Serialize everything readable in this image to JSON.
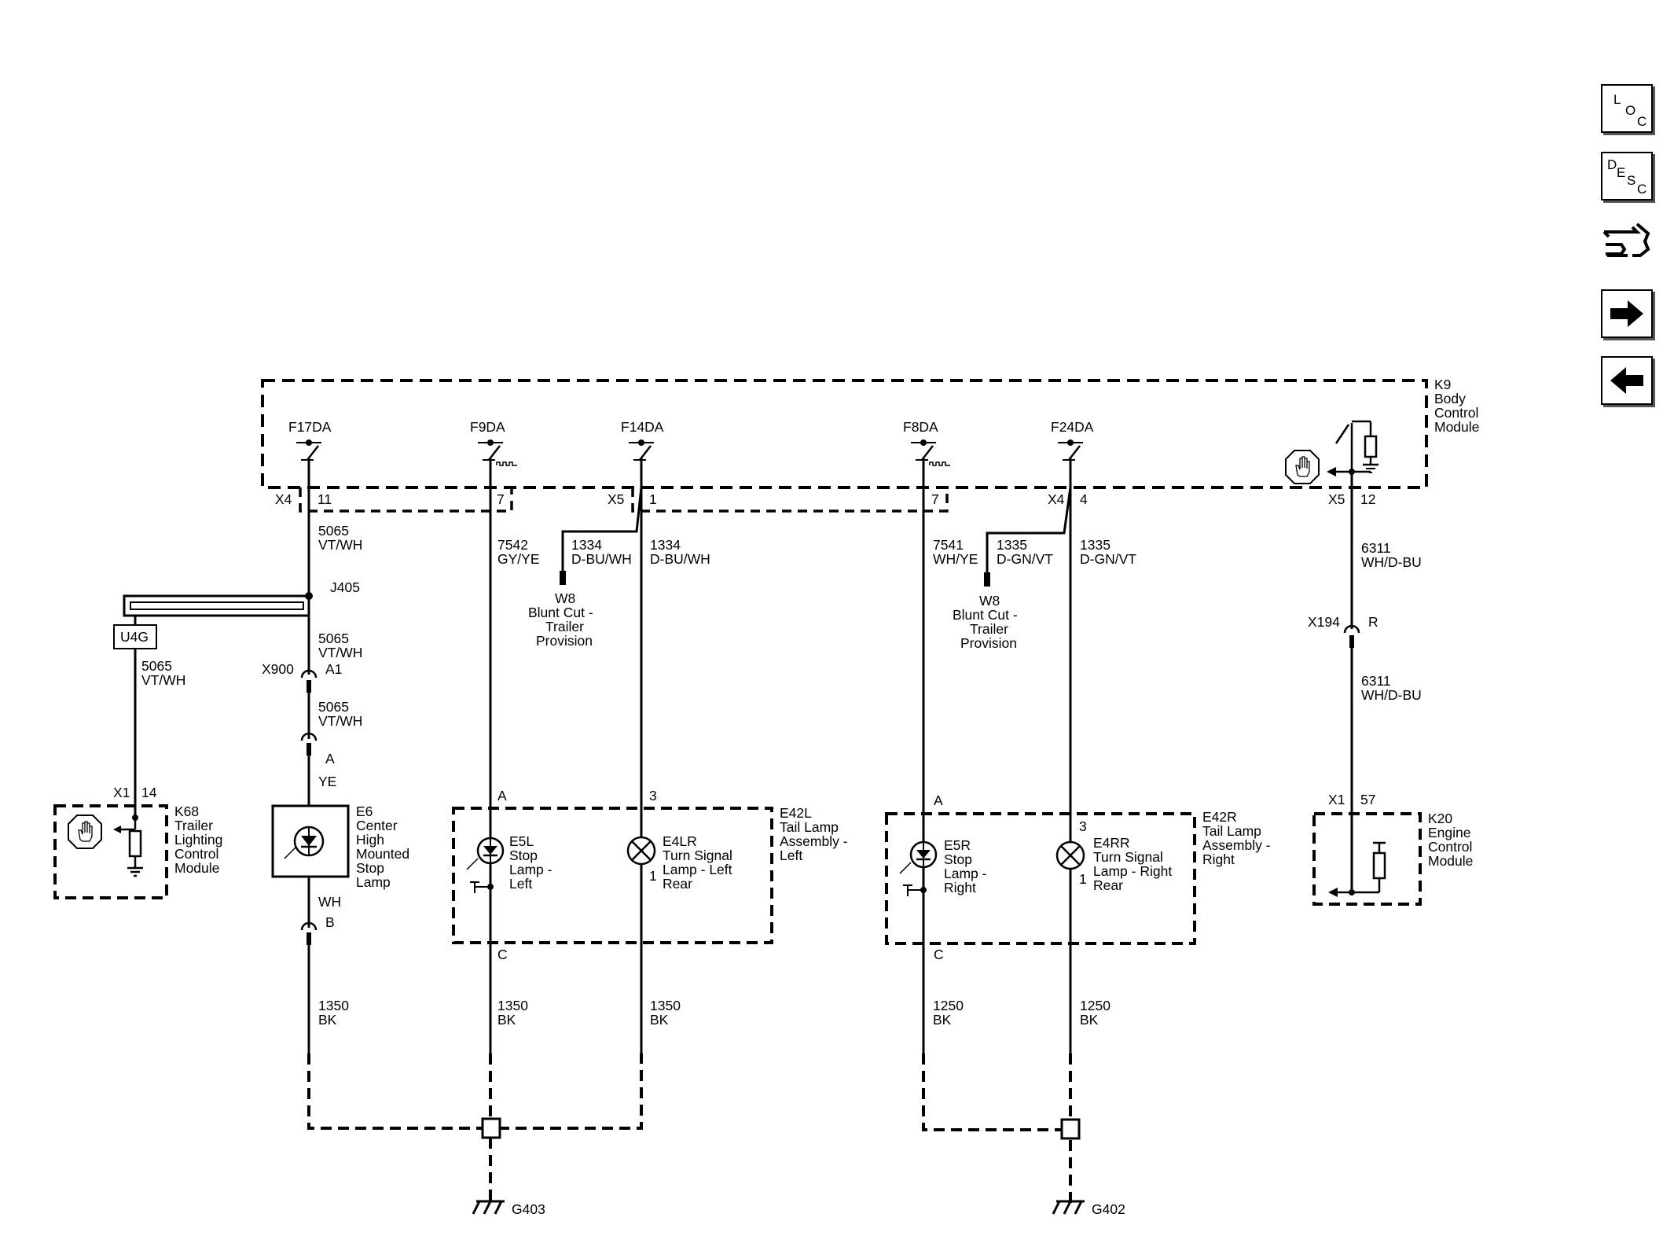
{
  "nav": {
    "loc": [
      "L",
      "O",
      "C"
    ],
    "desc": [
      "D",
      "E",
      "S",
      "C"
    ]
  },
  "k9": {
    "id": "K9",
    "line1": "Body",
    "line2": "Control",
    "line3": "Module"
  },
  "fuses": {
    "f17": "F17DA",
    "f9": "F9DA",
    "f14": "F14DA",
    "f8": "F8DA",
    "f24": "F24DA"
  },
  "pins": {
    "x4_left": "X4",
    "p11": "11",
    "p7a": "7",
    "x5_left": "X5",
    "p1": "1",
    "p7b": "7",
    "x4_right": "X4",
    "p4": "4",
    "x5_right": "X5",
    "p12": "12"
  },
  "wires": {
    "w5065a_n": "5065",
    "w5065a_c": "VT/WH",
    "w7542_n": "7542",
    "w7542_c": "GY/YE",
    "w1334a_n": "1334",
    "w1334a_c": "D-BU/WH",
    "w1334b_n": "1334",
    "w1334b_c": "D-BU/WH",
    "w7541_n": "7541",
    "w7541_c": "WH/YE",
    "w1335a_n": "1335",
    "w1335a_c": "D-GN/VT",
    "w1335b_n": "1335",
    "w1335b_c": "D-GN/VT",
    "w6311a_n": "6311",
    "w6311a_c": "WH/D-BU",
    "w5065b_n": "5065",
    "w5065b_c": "VT/WH",
    "w5065c_n": "5065",
    "w5065c_c": "VT/WH",
    "w5065d_n": "5065",
    "w5065d_c": "VT/WH",
    "w6311b_n": "6311",
    "w6311b_c": "WH/D-BU",
    "yeLabel": "YE",
    "whLabel": "WH",
    "g1_n": "1350",
    "g1_c": "BK",
    "g2_n": "1350",
    "g2_c": "BK",
    "g3_n": "1350",
    "g3_c": "BK",
    "g4_n": "1250",
    "g4_c": "BK",
    "g5_n": "1250",
    "g5_c": "BK"
  },
  "w8_left": {
    "id": "W8",
    "l1": "Blunt Cut -",
    "l2": "Trailer",
    "l3": "Provision"
  },
  "w8_right": {
    "id": "W8",
    "l1": "Blunt Cut -",
    "l2": "Trailer",
    "l3": "Provision"
  },
  "splice": {
    "j405": "J405",
    "u4g": "U4G"
  },
  "connectors": {
    "x900": "X900",
    "a1": "A1",
    "pinA": "A",
    "pinB": "B",
    "x194": "X194",
    "pinR": "R"
  },
  "k68": {
    "x1": "X1",
    "pin": "14",
    "id": "K68",
    "l1": "Trailer",
    "l2": "Lighting",
    "l3": "Control",
    "l4": "Module"
  },
  "e6": {
    "id": "E6",
    "l1": "Center",
    "l2": "High",
    "l3": "Mounted",
    "l4": "Stop",
    "l5": "Lamp"
  },
  "e42l": {
    "id": "E42L",
    "l1": "Tail Lamp",
    "l2": "Assembly -",
    "l3": "Left",
    "pinA": "A",
    "pinC": "C",
    "pin3": "3",
    "pin1": "1",
    "e5l": {
      "id": "E5L",
      "l1": "Stop",
      "l2": "Lamp -",
      "l3": "Left"
    },
    "e4lr": {
      "id": "E4LR",
      "l1": "Turn Signal",
      "l2": "Lamp - Left",
      "l3": "Rear"
    }
  },
  "e42r": {
    "id": "E42R",
    "l1": "Tail Lamp",
    "l2": "Assembly -",
    "l3": "Right",
    "pinA": "A",
    "pinC": "C",
    "pin3": "3",
    "pin1": "1",
    "e5r": {
      "id": "E5R",
      "l1": "Stop",
      "l2": "Lamp -",
      "l3": "Right"
    },
    "e4rr": {
      "id": "E4RR",
      "l1": "Turn Signal",
      "l2": "Lamp - Right",
      "l3": "Rear"
    }
  },
  "k20": {
    "x1": "X1",
    "pin": "57",
    "id": "K20",
    "l1": "Engine",
    "l2": "Control",
    "l3": "Module"
  },
  "grounds": {
    "g403": "G403",
    "g402": "G402"
  }
}
